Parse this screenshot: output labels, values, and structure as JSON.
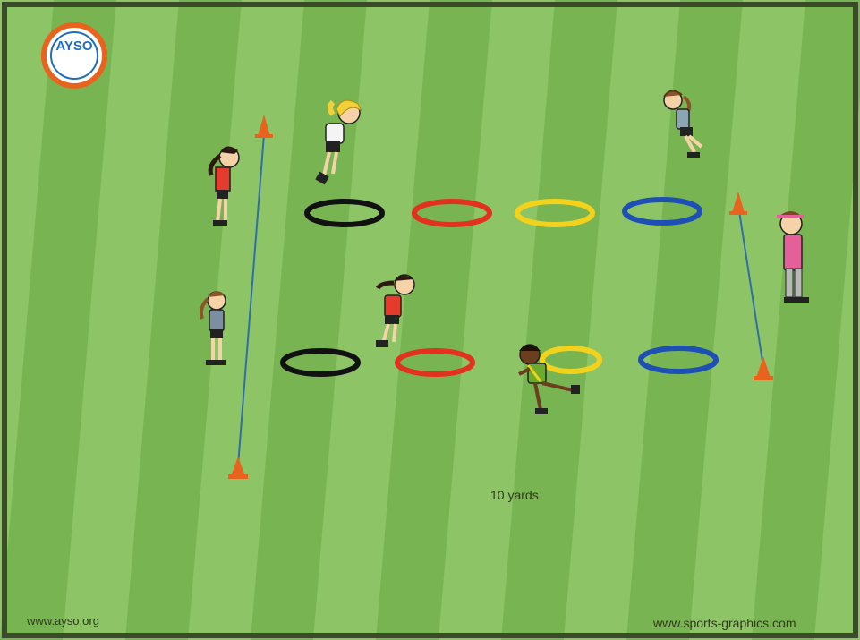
{
  "diagram": {
    "logo": {
      "text": "AYSO",
      "icon": "ayso-logo-icon"
    },
    "distance_label": "10 yards",
    "footer_left": "www.ayso.org",
    "footer_right": "www.sports-graphics.com",
    "colors": {
      "field_light": "#8cc466",
      "field_dark": "#78b552",
      "frame": "#3b4a2a",
      "cone": "#e8641e",
      "arrow_line": "#2f6fa8",
      "hoop_black": "#111111",
      "hoop_red": "#e2311f",
      "hoop_yellow": "#f3d21c",
      "hoop_blue": "#1e4fb5"
    },
    "hoop_rows": [
      {
        "row": "top",
        "hoops": [
          "black",
          "red",
          "yellow",
          "blue"
        ]
      },
      {
        "row": "bottom",
        "hoops": [
          "black",
          "red",
          "yellow",
          "blue"
        ]
      }
    ],
    "players": [
      {
        "name": "player-red-shirt-top-left",
        "shirt": "#e53b2c"
      },
      {
        "name": "player-blonde-jumping",
        "shirt": "#f4f4f4"
      },
      {
        "name": "player-running-top-right",
        "shirt": "#8aa5b4"
      },
      {
        "name": "coach-pink",
        "shirt": "#e5609a"
      },
      {
        "name": "player-grey-left",
        "shirt": "#7c8fa0"
      },
      {
        "name": "player-red-shirt-center",
        "shirt": "#e53b2c"
      },
      {
        "name": "player-green-running",
        "shirt": "#6cab2c"
      }
    ]
  }
}
